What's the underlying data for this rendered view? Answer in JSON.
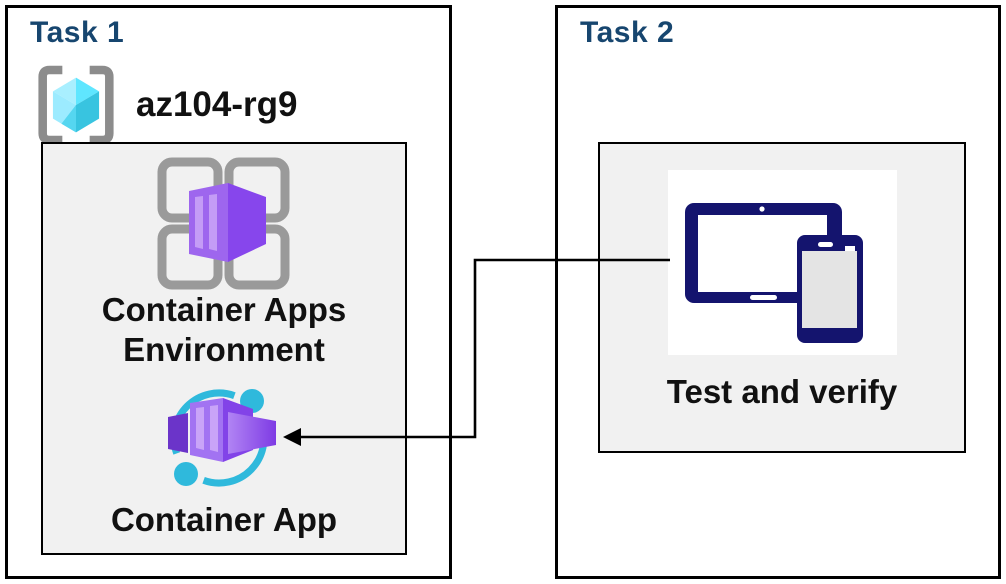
{
  "task1": {
    "title": "Task 1",
    "resource_group": {
      "icon": "resource-group-icon",
      "name": "az104-rg9"
    },
    "environment_label": "Container Apps Environment",
    "container_app_label": "Container App",
    "environment_icon": "container-apps-environment-icon",
    "container_app_icon": "container-app-icon"
  },
  "task2": {
    "title": "Task 2",
    "verify_label": "Test and verify",
    "verify_icon": "devices-test-icon"
  },
  "connector": {
    "type": "elbow-arrow",
    "from": "devices-test-icon",
    "to": "container-app-icon"
  },
  "colors": {
    "task_title_blue": "#17466F",
    "device_navy": "#14146E",
    "cyan_accent": "#2FB9DC",
    "cube_cyan_light": "#A9EFFF",
    "cube_cyan": "#50E6FF",
    "cube_cyan_dark": "#38C4E0",
    "purple_front": "#9E66EE",
    "purple_side": "#8746EC",
    "purple_stripe": "#C49CF6",
    "bracket_gray": "#8C8C8C",
    "grid_gray": "#9A9A9A",
    "panel_fill": "#F1F1F1",
    "border_black": "#000000",
    "label_black": "#111111"
  }
}
